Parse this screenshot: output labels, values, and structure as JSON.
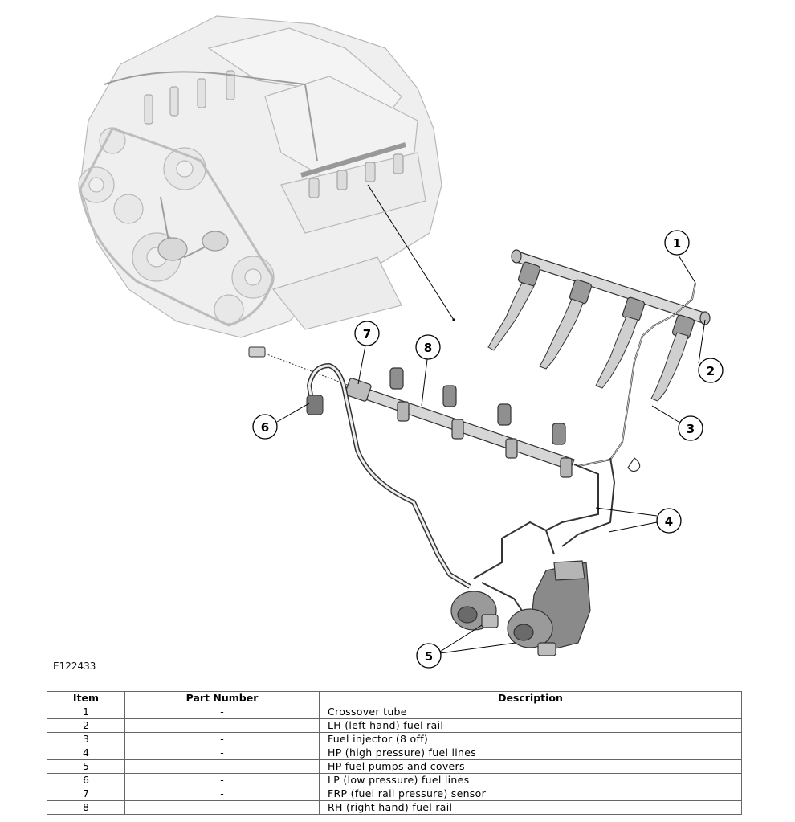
{
  "figure": {
    "id_label": "E122433",
    "callouts": [
      "1",
      "2",
      "3",
      "4",
      "5",
      "6",
      "7",
      "8"
    ]
  },
  "table": {
    "headers": [
      "Item",
      "Part Number",
      "Description"
    ],
    "rows": [
      {
        "item": "1",
        "part": "-",
        "desc": "Crossover tube"
      },
      {
        "item": "2",
        "part": "-",
        "desc": "LH (left hand) fuel rail"
      },
      {
        "item": "3",
        "part": "-",
        "desc": "Fuel injector (8 off)"
      },
      {
        "item": "4",
        "part": "-",
        "desc": "HP (high pressure) fuel lines"
      },
      {
        "item": "5",
        "part": "-",
        "desc": "HP fuel pumps and covers"
      },
      {
        "item": "6",
        "part": "-",
        "desc": "LP (low pressure) fuel lines"
      },
      {
        "item": "7",
        "part": "-",
        "desc": "FRP (fuel rail pressure) sensor"
      },
      {
        "item": "8",
        "part": "-",
        "desc": "RH (right hand) fuel rail"
      }
    ]
  },
  "colors": {
    "engine": "#c8c8c8",
    "parts": "#555555",
    "line": "#000000"
  }
}
